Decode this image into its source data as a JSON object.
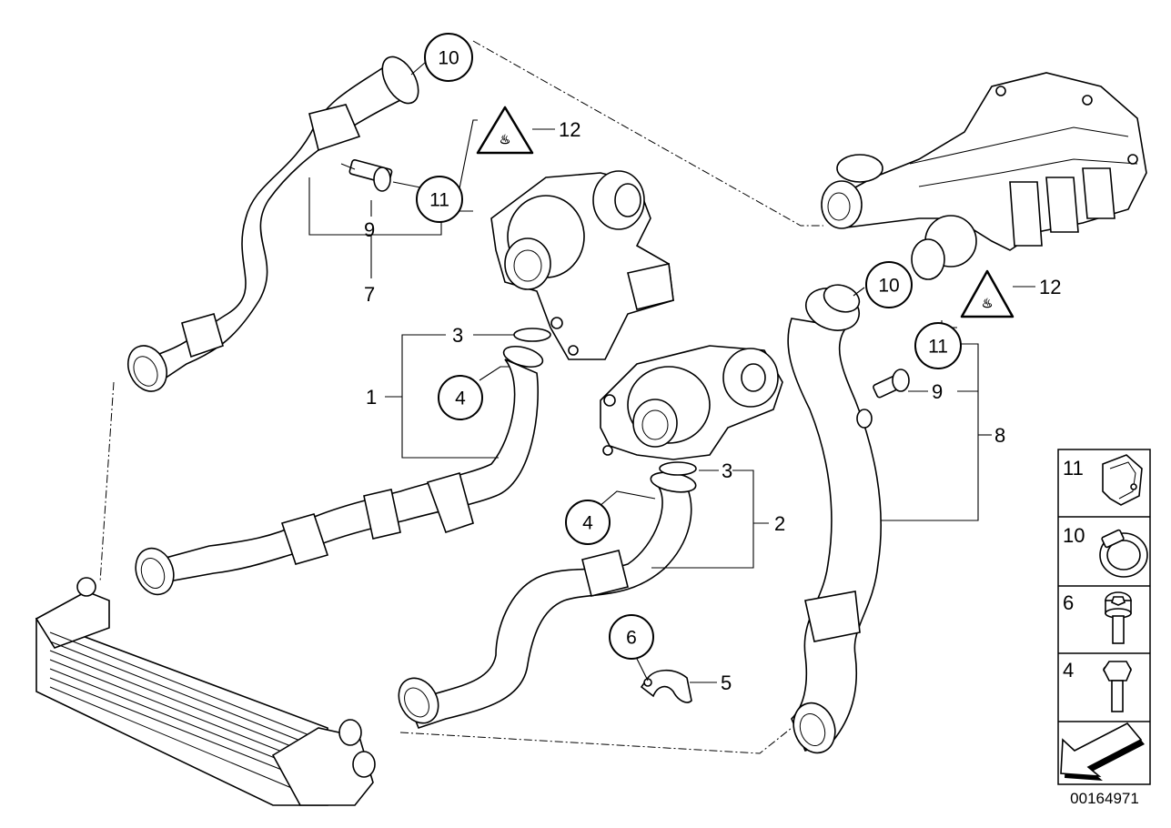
{
  "callouts": {
    "c10_top": "10",
    "c12_top": "12",
    "c11_top": "11",
    "c9_top": "9",
    "c7": "7",
    "c3_left": "3",
    "c4_left": "4",
    "c1": "1",
    "c3_right": "3",
    "c4_right": "4",
    "c2": "2",
    "c6": "6",
    "c5": "5",
    "c10_right": "10",
    "c12_right": "12",
    "c11_right": "11",
    "c9_right": "9",
    "c8": "8"
  },
  "legend": {
    "items": [
      {
        "number": "11",
        "icon": "hose-clip-icon"
      },
      {
        "number": "10",
        "icon": "hose-clamp-icon"
      },
      {
        "number": "6",
        "icon": "socket-head-bolt-icon"
      },
      {
        "number": "4",
        "icon": "hex-bolt-icon"
      }
    ],
    "direction_icon": "direction-arrow-icon"
  },
  "document_number": "00164971"
}
